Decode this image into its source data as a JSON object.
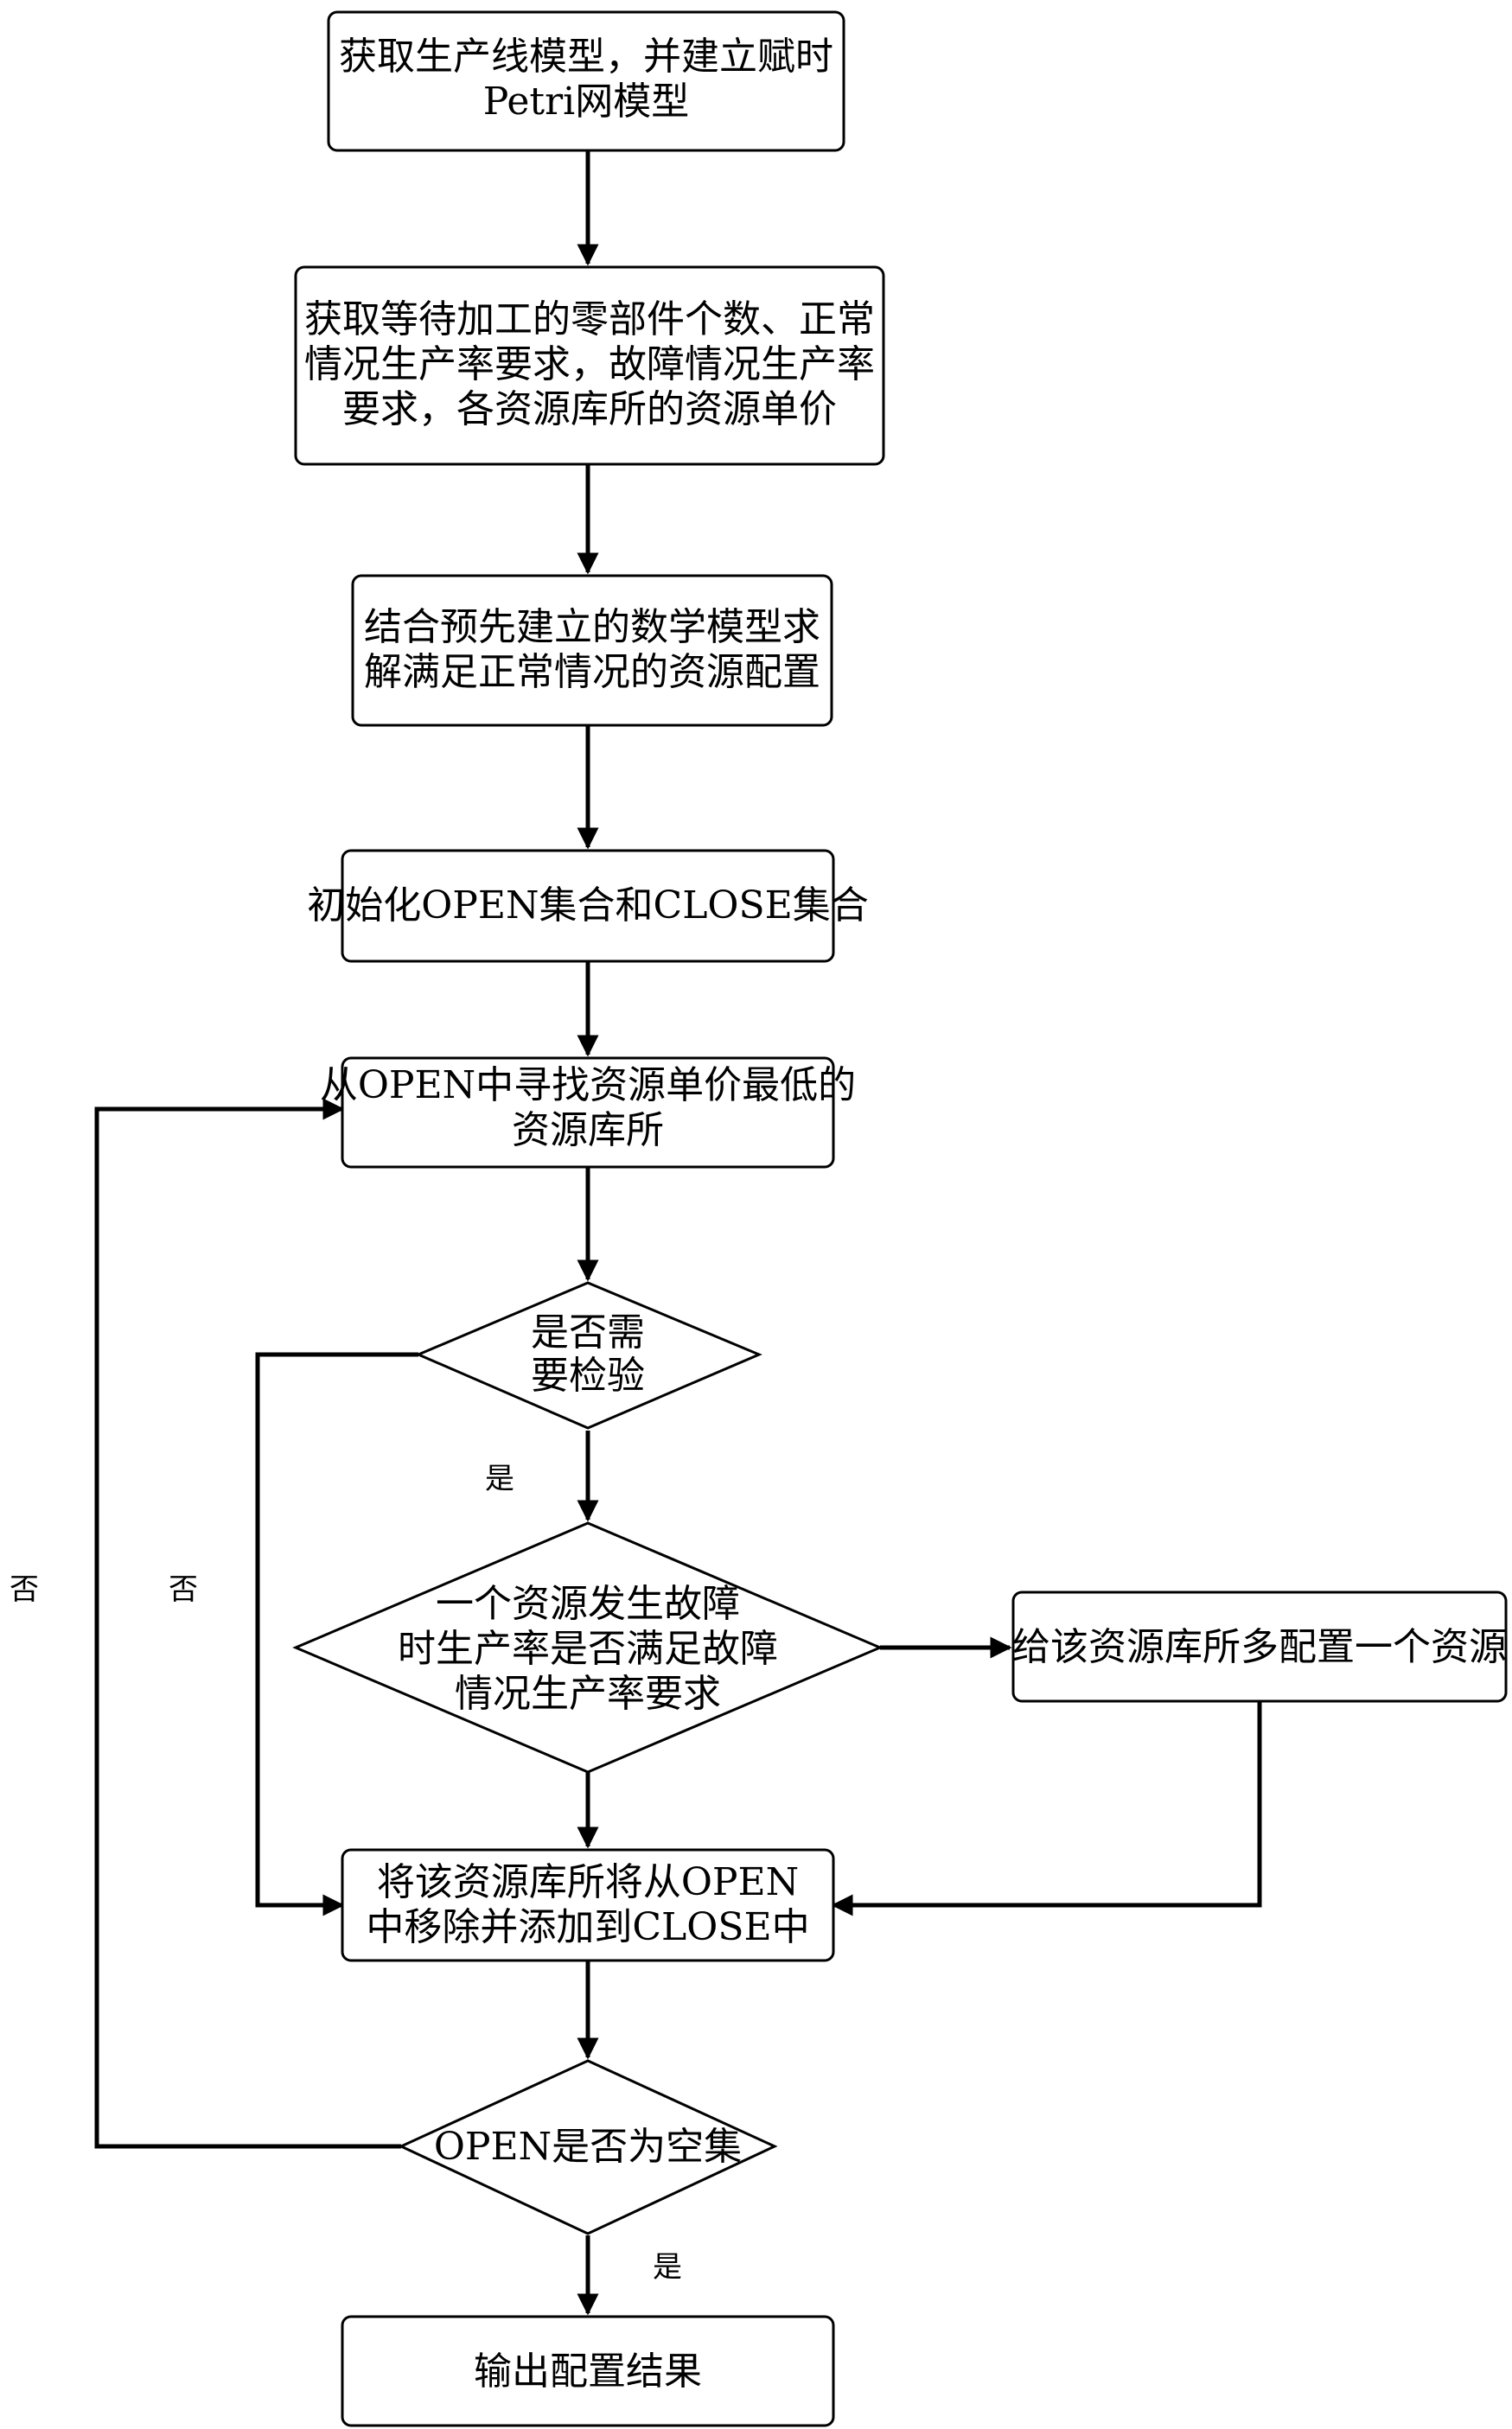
{
  "nodes": {
    "step1": {
      "line1": "获取生产线模型，并建立赋时",
      "line2": "Petri网模型"
    },
    "step2": {
      "line1": "获取等待加工的零部件个数、正常",
      "line2": "情况生产率要求，故障情况生产率",
      "line3": "要求，各资源库所的资源单价"
    },
    "step3": {
      "line1": "结合预先建立的数学模型求",
      "line2": "解满足正常情况的资源配置"
    },
    "step4": {
      "line1": "初始化OPEN集合和CLOSE集合"
    },
    "step5": {
      "line1": "从OPEN中寻找资源单价最低的",
      "line2": "资源库所"
    },
    "decision1": {
      "line1": "是否需",
      "line2": "要检验"
    },
    "decision2": {
      "line1": "一个资源发生故障",
      "line2": "时生产率是否满足故障",
      "line3": "情况生产率要求"
    },
    "side_box": {
      "line1": "给该资源库所多配置一个资源"
    },
    "step6": {
      "line1": "将该资源库所将从OPEN",
      "line2": "中移除并添加到CLOSE中"
    },
    "decision3": {
      "line1": "OPEN是否为空集"
    },
    "step7": {
      "line1": "输出配置结果"
    }
  },
  "edge_labels": {
    "yes_check": "是",
    "no_check": "否",
    "no_open": "否",
    "yes_open": "是"
  }
}
